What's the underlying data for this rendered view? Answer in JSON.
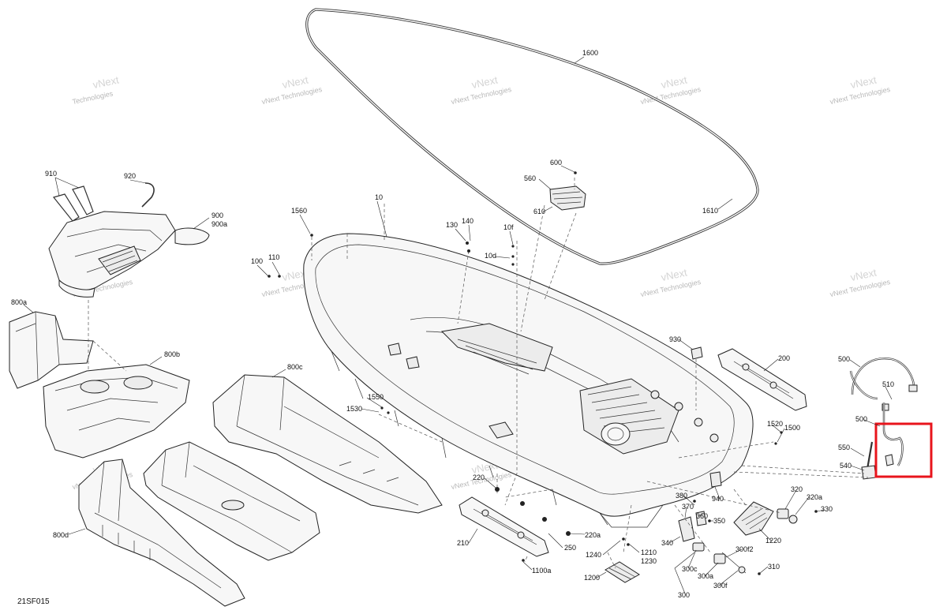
{
  "diagram": {
    "code": "21SF015",
    "watermark_line1": "vNext",
    "watermark_line2": "Technologies",
    "watermark_combined": "vNext Technologies",
    "highlight_color": "#e8141c",
    "callouts": [
      "1600",
      "600",
      "560",
      "610",
      "1610",
      "10",
      "1560",
      "130",
      "140",
      "10f",
      "10d",
      "100",
      "110",
      "910",
      "920",
      "900",
      "900a",
      "800a",
      "800b",
      "800c",
      "800d",
      "930",
      "200",
      "500",
      "510",
      "500",
      "550",
      "540",
      "1550",
      "1530",
      "1520",
      "1500",
      "220",
      "210",
      "220a",
      "250",
      "1100a",
      "1240",
      "1210",
      "1230",
      "1200",
      "380",
      "370",
      "360",
      "350",
      "340",
      "940",
      "320",
      "320a",
      "330",
      "1220",
      "300f2",
      "300c",
      "300a",
      "300f",
      "300",
      "310"
    ]
  }
}
